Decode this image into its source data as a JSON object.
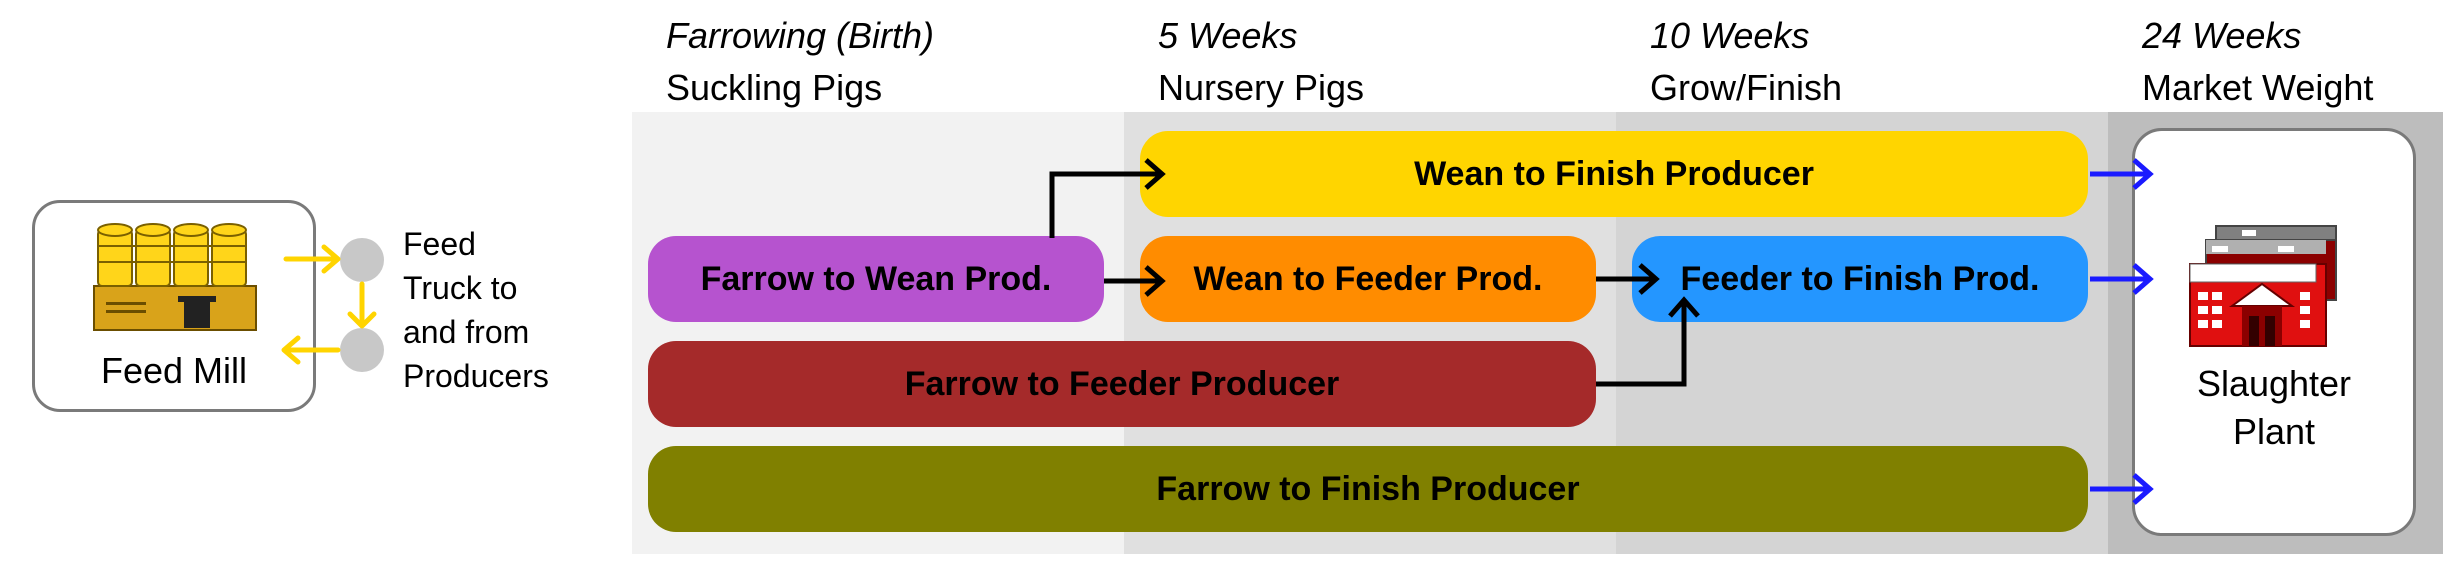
{
  "stages": [
    {
      "timing": "Farrowing (Birth)",
      "name": "Suckling Pigs"
    },
    {
      "timing": "5 Weeks",
      "name": "Nursery Pigs"
    },
    {
      "timing": "10 Weeks",
      "name": "Grow/Finish"
    },
    {
      "timing": "24 Weeks",
      "name": "Market Weight"
    }
  ],
  "producers": {
    "wean_to_finish": "Wean to Finish Producer",
    "farrow_to_wean": "Farrow to Wean Prod.",
    "wean_to_feeder": "Wean to Feeder Prod.",
    "feeder_to_finish": "Feeder to Finish Prod.",
    "farrow_to_feeder": "Farrow to Feeder Producer",
    "farrow_to_finish": "Farrow to Finish Producer"
  },
  "feed_mill": {
    "label": "Feed Mill"
  },
  "feed_truck": {
    "line1": "Feed",
    "line2": "Truck to",
    "line3": "and from",
    "line4": "Producers"
  },
  "slaughter_plant": {
    "line1": "Slaughter",
    "line2": "Plant"
  },
  "colors": {
    "stage1_bg": "#f2f2f2",
    "stage2_bg": "#e0e0e0",
    "stage3_bg": "#d4d4d4",
    "stage4_bg": "#bdbdbd",
    "wean_to_finish": "#ffd500",
    "farrow_to_wean": "#b653cf",
    "wean_to_feeder": "#ff8c00",
    "feeder_to_finish": "#2496ff",
    "farrow_to_feeder": "#a52a2a",
    "farrow_to_finish": "#808000",
    "feed_arrow": "#ffd400",
    "plant_arrow": "#1a1aff"
  }
}
